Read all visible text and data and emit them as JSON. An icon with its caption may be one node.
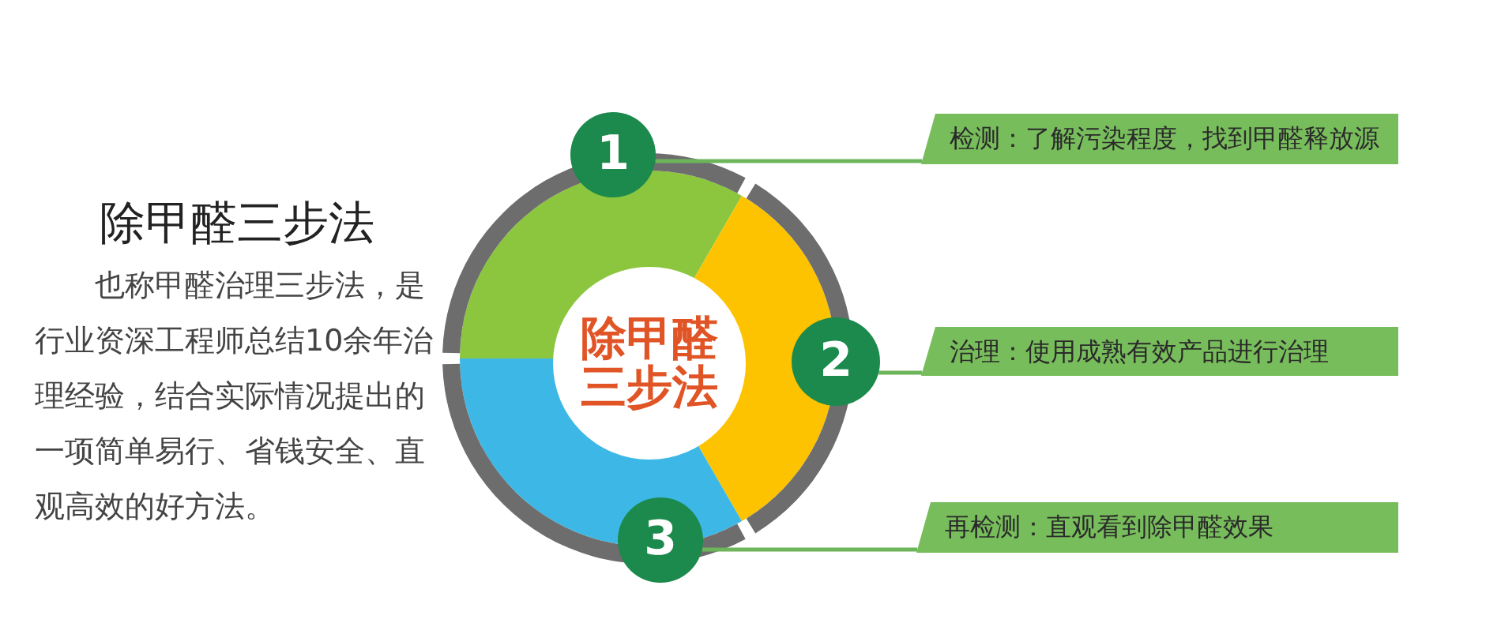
{
  "diagram": {
    "title": "除甲醛三步法",
    "nodes": [
      {
        "text": [],
        "shape": "arc"
      },
      {
        "text": [],
        "shape": "arc"
      },
      {
        "text": [],
        "shape": "arc"
      },
      {
        "text": [
          "除甲醛三步法"
        ]
      },
      {
        "text": [
          "1"
        ]
      },
      {
        "text": [
          "检测：了解污染程度，找到甲醛释放源"
        ]
      },
      {
        "text": [
          "2"
        ]
      },
      {
        "text": [
          "治理：使用成熟有效产品进行治理"
        ]
      },
      {
        "text": [
          "3"
        ]
      },
      {
        "text": [
          "再检测：直观看到除甲醛效果"
        ]
      }
    ],
    "edges": [
      {
        "from": 4,
        "to": 5,
        "arrow": "none"
      },
      {
        "from": 6,
        "to": 7,
        "arrow": "none"
      },
      {
        "from": 8,
        "to": 9,
        "arrow": "none"
      }
    ],
    "labels": [
      "也称甲醛治理三步法，是行业资深工程师总结10余年治理经验，结合实际情况提出的一项简单易行、省钱安全、直观高效的好方法。"
    ]
  }
}
